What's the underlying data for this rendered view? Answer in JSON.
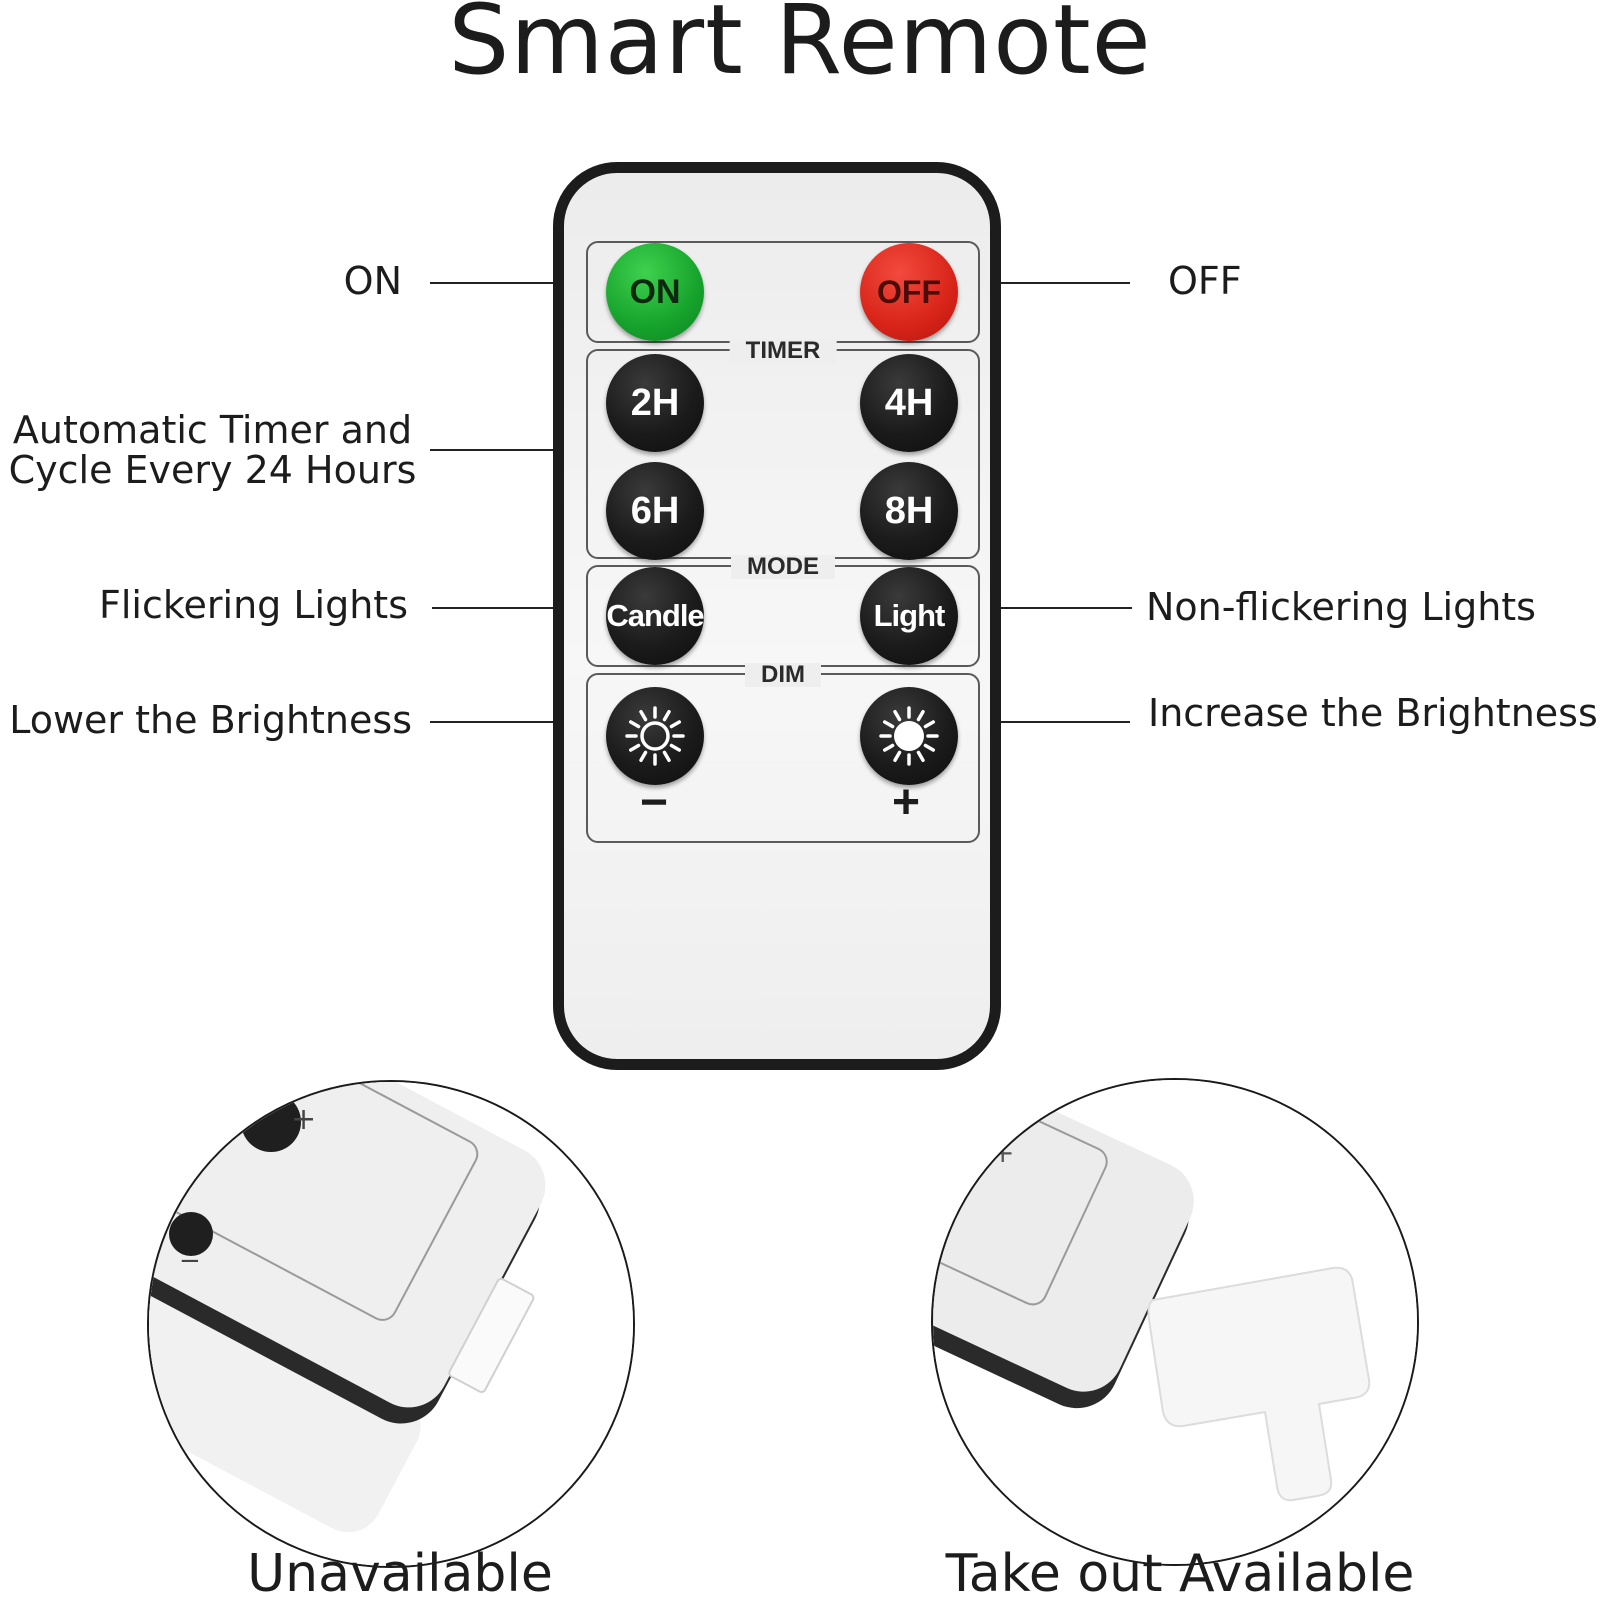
{
  "title": "Smart Remote",
  "callouts": {
    "on": "ON",
    "off": "OFF",
    "timer_line1": "Automatic Timer and",
    "timer_line2": "Cycle Every 24 Hours",
    "flicker": "Flickering Lights",
    "non_flicker": "Non-flickering Lights",
    "lower": "Lower the Brightness",
    "increase": "Increase the Brightness"
  },
  "remote": {
    "power": {
      "on_label": "ON",
      "off_label": "OFF"
    },
    "timer": {
      "label": "TIMER",
      "buttons": [
        "2H",
        "4H",
        "6H",
        "8H"
      ]
    },
    "mode": {
      "label": "MODE",
      "candle": "Candle",
      "light": "Light"
    },
    "dim": {
      "label": "DIM",
      "minus": "−",
      "plus": "+"
    }
  },
  "details": {
    "left": {
      "caption": "Unavailable",
      "plus": "+",
      "minus": "−"
    },
    "right": {
      "caption": "Take out Available",
      "plus": "+"
    }
  },
  "colors": {
    "on_button": "#16a32c",
    "off_button": "#d82419",
    "button": "#1b1b1b",
    "remote_frame": "#1c1c1c"
  },
  "icons": {
    "dim_down": "sun-outline-icon",
    "dim_up": "sun-filled-icon"
  }
}
